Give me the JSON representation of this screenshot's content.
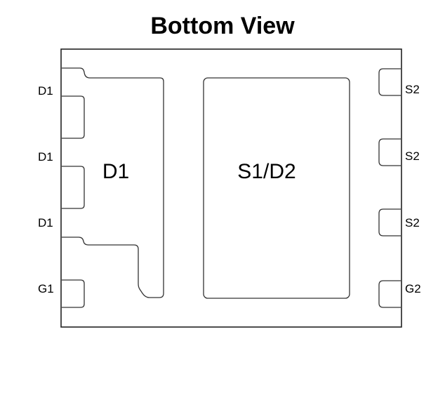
{
  "title": "Bottom View",
  "left_pins": [
    {
      "label": "D1"
    },
    {
      "label": "D1"
    },
    {
      "label": "D1"
    },
    {
      "label": "G1"
    }
  ],
  "right_pins": [
    {
      "label": "S2"
    },
    {
      "label": "S2"
    },
    {
      "label": "S2"
    },
    {
      "label": "G2"
    }
  ],
  "pads": {
    "left_pad_label": "D1",
    "right_pad_label": "S1/D2"
  },
  "colors": {
    "outline": "#222222",
    "text": "#000000",
    "background": "#ffffff"
  }
}
